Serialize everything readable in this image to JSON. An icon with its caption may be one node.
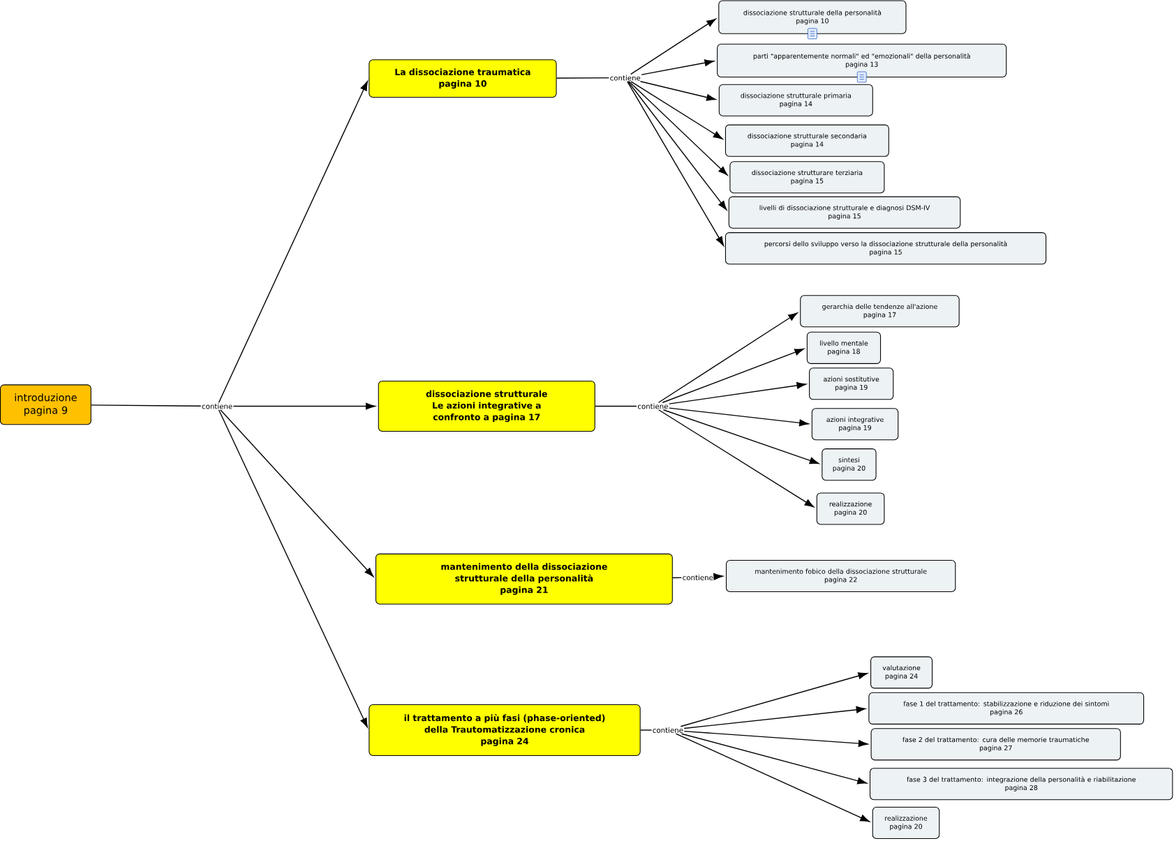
{
  "diagram": {
    "nodes": [
      {
        "text": [
          "introduzione",
          "pagina 9"
        ]
      },
      {
        "text": [
          "contiene"
        ]
      },
      {
        "text": [
          "La dissociazione traumatica",
          "pagina 10"
        ]
      },
      {
        "text": [
          "contiene"
        ]
      },
      {
        "text": [
          "dissociazione strutturale della personalità",
          "pagina 10"
        ]
      },
      {
        "text": [
          "parti \"apparentemente normali\" ed \"emozionali\" della personalità",
          "pagina 13"
        ]
      },
      {
        "text": [
          "dissociazione strutturale primaria",
          "pagina 14"
        ]
      },
      {
        "text": [
          "dissociazione strutturale secondaria",
          "pagina 14"
        ]
      },
      {
        "text": [
          "dissociazione strutturare terziaria",
          "pagina 15"
        ]
      },
      {
        "text": [
          "livelli di dissociazione strutturale e diagnosi DSM-IV",
          "pagina 15"
        ]
      },
      {
        "text": [
          "percorsi dello sviluppo verso la dissociazione strutturale della personalità",
          "pagina 15"
        ]
      },
      {
        "text": [
          "dissociazione strutturale",
          "Le azioni integrative a confronto a pagina 17"
        ]
      },
      {
        "text": [
          "contiene"
        ]
      },
      {
        "text": [
          "gerarchia delle tendenze all'azione",
          "pagina 17"
        ]
      },
      {
        "text": [
          "livello mentale",
          "pagina 18"
        ]
      },
      {
        "text": [
          "azioni sostitutive",
          "pagina 19"
        ]
      },
      {
        "text": [
          "azioni integrative",
          "pagina 19"
        ]
      },
      {
        "text": [
          "sintesi",
          "pagina 20"
        ]
      },
      {
        "text": [
          "realizzazione",
          "pagina 20"
        ]
      },
      {
        "text": [
          "mantenimento della dissociazione strutturale della personalità",
          "pagina 21"
        ]
      },
      {
        "text": [
          "contiene"
        ]
      },
      {
        "text": [
          "mantenimento fobico della dissociazione strutturale",
          "pagina 22"
        ]
      },
      {
        "text": [
          "il trattamento a più fasi (phase-oriented) della Trautomatizzazione cronica",
          "pagina 24"
        ]
      },
      {
        "text": [
          "contiene"
        ]
      },
      {
        "text": [
          "valutazione",
          "pagina 24"
        ]
      },
      {
        "text": [
          "fase 1 del trattamento: stabilizzazione e riduzione dei sintomi",
          "pagina 26"
        ]
      },
      {
        "text": [
          "fase 2 del trattamento: cura delle memorie traumatiche",
          "pagina 27"
        ]
      },
      {
        "text": [
          "fase 3 del trattamento: integrazione della personalità e riabilitazione",
          "pagina 28"
        ]
      },
      {
        "text": [
          "realizzazione",
          "pagina 20"
        ]
      }
    ],
    "edges": [
      {
        "from": 0,
        "to": 1,
        "arrow": "none"
      },
      {
        "from": 1,
        "to": 2,
        "arrow": "to"
      },
      {
        "from": 1,
        "to": 11,
        "arrow": "to"
      },
      {
        "from": 1,
        "to": 19,
        "arrow": "to"
      },
      {
        "from": 1,
        "to": 22,
        "arrow": "to"
      },
      {
        "from": 2,
        "to": 3,
        "arrow": "none"
      },
      {
        "from": 3,
        "to": 4,
        "arrow": "to"
      },
      {
        "from": 3,
        "to": 5,
        "arrow": "to"
      },
      {
        "from": 3,
        "to": 6,
        "arrow": "to"
      },
      {
        "from": 3,
        "to": 7,
        "arrow": "to"
      },
      {
        "from": 3,
        "to": 8,
        "arrow": "to"
      },
      {
        "from": 3,
        "to": 9,
        "arrow": "to"
      },
      {
        "from": 3,
        "to": 10,
        "arrow": "to"
      },
      {
        "from": 11,
        "to": 12,
        "arrow": "none"
      },
      {
        "from": 12,
        "to": 13,
        "arrow": "to"
      },
      {
        "from": 12,
        "to": 14,
        "arrow": "to"
      },
      {
        "from": 12,
        "to": 15,
        "arrow": "to"
      },
      {
        "from": 12,
        "to": 16,
        "arrow": "to"
      },
      {
        "from": 12,
        "to": 17,
        "arrow": "to"
      },
      {
        "from": 12,
        "to": 18,
        "arrow": "to"
      },
      {
        "from": 19,
        "to": 20,
        "arrow": "none"
      },
      {
        "from": 20,
        "to": 21,
        "arrow": "to"
      },
      {
        "from": 22,
        "to": 23,
        "arrow": "none"
      },
      {
        "from": 23,
        "to": 24,
        "arrow": "to"
      },
      {
        "from": 23,
        "to": 25,
        "arrow": "to"
      },
      {
        "from": 23,
        "to": 26,
        "arrow": "to"
      },
      {
        "from": 23,
        "to": 27,
        "arrow": "to"
      },
      {
        "from": 23,
        "to": 28,
        "arrow": "to"
      }
    ]
  }
}
